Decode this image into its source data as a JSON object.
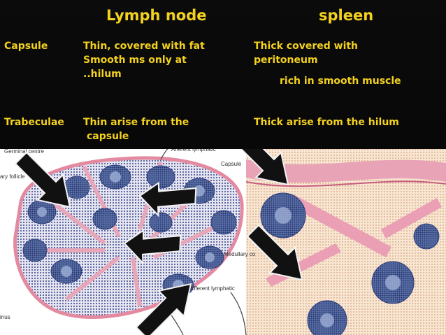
{
  "titles": {
    "left": "Lymph node",
    "right": "spleen"
  },
  "rows": [
    {
      "label": "Capsule",
      "lymph_node": [
        "Thin, covered with fat",
        "Smooth ms only at",
        "..hilum"
      ],
      "spleen": [
        "Thick covered with",
        "peritoneum",
        "rich in smooth muscle"
      ]
    },
    {
      "label": "Trabeculae",
      "lymph_node": [
        "Thin arise from the",
        "capsule"
      ],
      "spleen": [
        "Thick arise from the hilum"
      ]
    }
  ],
  "figure_labels": {
    "germinal_centre": "Germinal centre",
    "primary_follicle": "ary follicle",
    "afferent_lymphatic": "Afferent lymphatic",
    "capsule": "Capsule",
    "medullary_cord": "Medullary co",
    "efferent_lymphatic": "Efferent lymphatic",
    "sinus": "inus"
  },
  "colors": {
    "title": "#f3d11f",
    "text": "#f3d11f",
    "background": "#000000"
  }
}
